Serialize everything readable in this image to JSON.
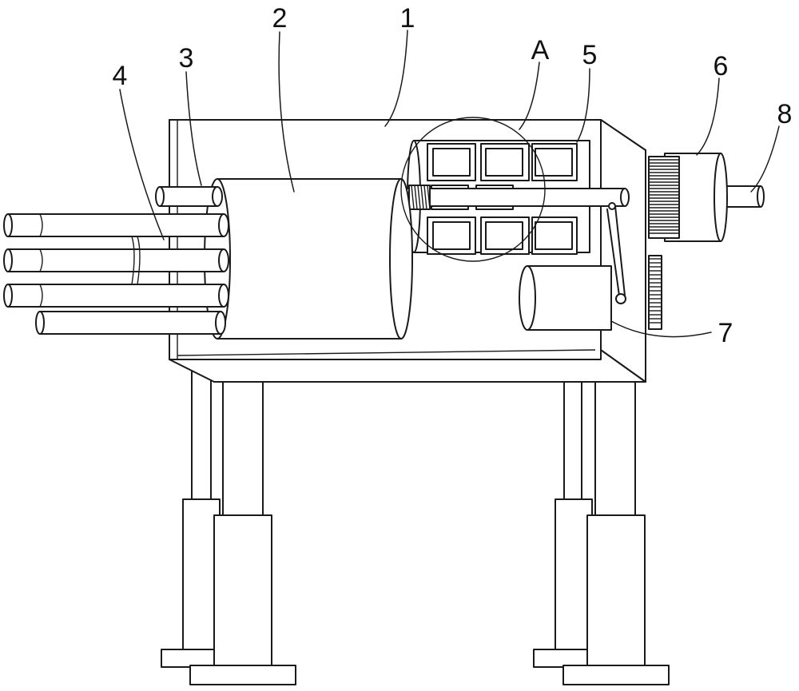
{
  "labels": {
    "frame": "1",
    "drum": "2",
    "rod": "3",
    "pipes": "4",
    "roller_cage": "5",
    "gear_unit": "6",
    "motor": "7",
    "shaft": "8",
    "detail_a": "A"
  }
}
